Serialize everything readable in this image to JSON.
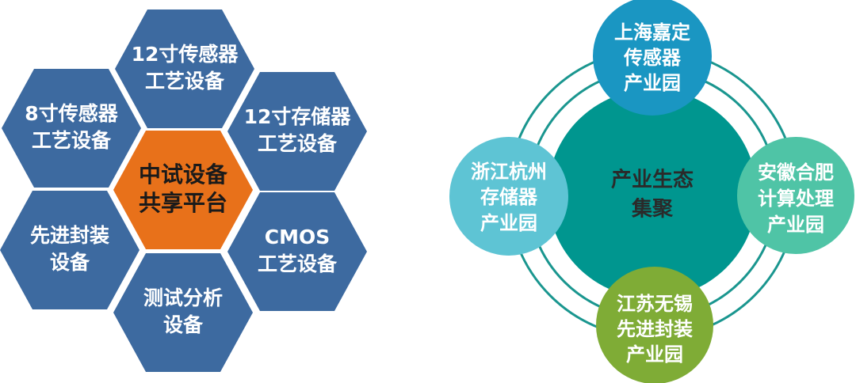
{
  "colors": {
    "hex_blue": "#3d6aa0",
    "hex_orange": "#e8711a",
    "core_teal": "#00968f",
    "ring": "#1a968f",
    "shanghai": "#1a96c2",
    "hangzhou": "#5ec4d4",
    "hefei": "#4fc4a6",
    "wuxi": "#7fac36"
  },
  "hex_diagram": {
    "center": {
      "line1": "中试设备",
      "line2": "共享平台"
    },
    "cells": [
      {
        "line1": "12寸传感器",
        "line2": "工艺设备"
      },
      {
        "line1": "8寸传感器",
        "line2": "工艺设备"
      },
      {
        "line1": "12寸存储器",
        "line2": "工艺设备"
      },
      {
        "line1": "先进封装",
        "line2": "设备"
      },
      {
        "line1": "CMOS",
        "line2": "工艺设备"
      },
      {
        "line1": "测试分析",
        "line2": "设备"
      }
    ]
  },
  "ecosystem": {
    "center": {
      "line1": "产业生态",
      "line2": "集聚"
    },
    "parks": [
      {
        "line1": "上海嘉定",
        "line2": "传感器",
        "line3": "产业园"
      },
      {
        "line1": "浙江杭州",
        "line2": "存储器",
        "line3": "产业园"
      },
      {
        "line1": "安徽合肥",
        "line2": "计算处理",
        "line3": "产业园"
      },
      {
        "line1": "江苏无锡",
        "line2": "先进封装",
        "line3": "产业园"
      }
    ]
  }
}
